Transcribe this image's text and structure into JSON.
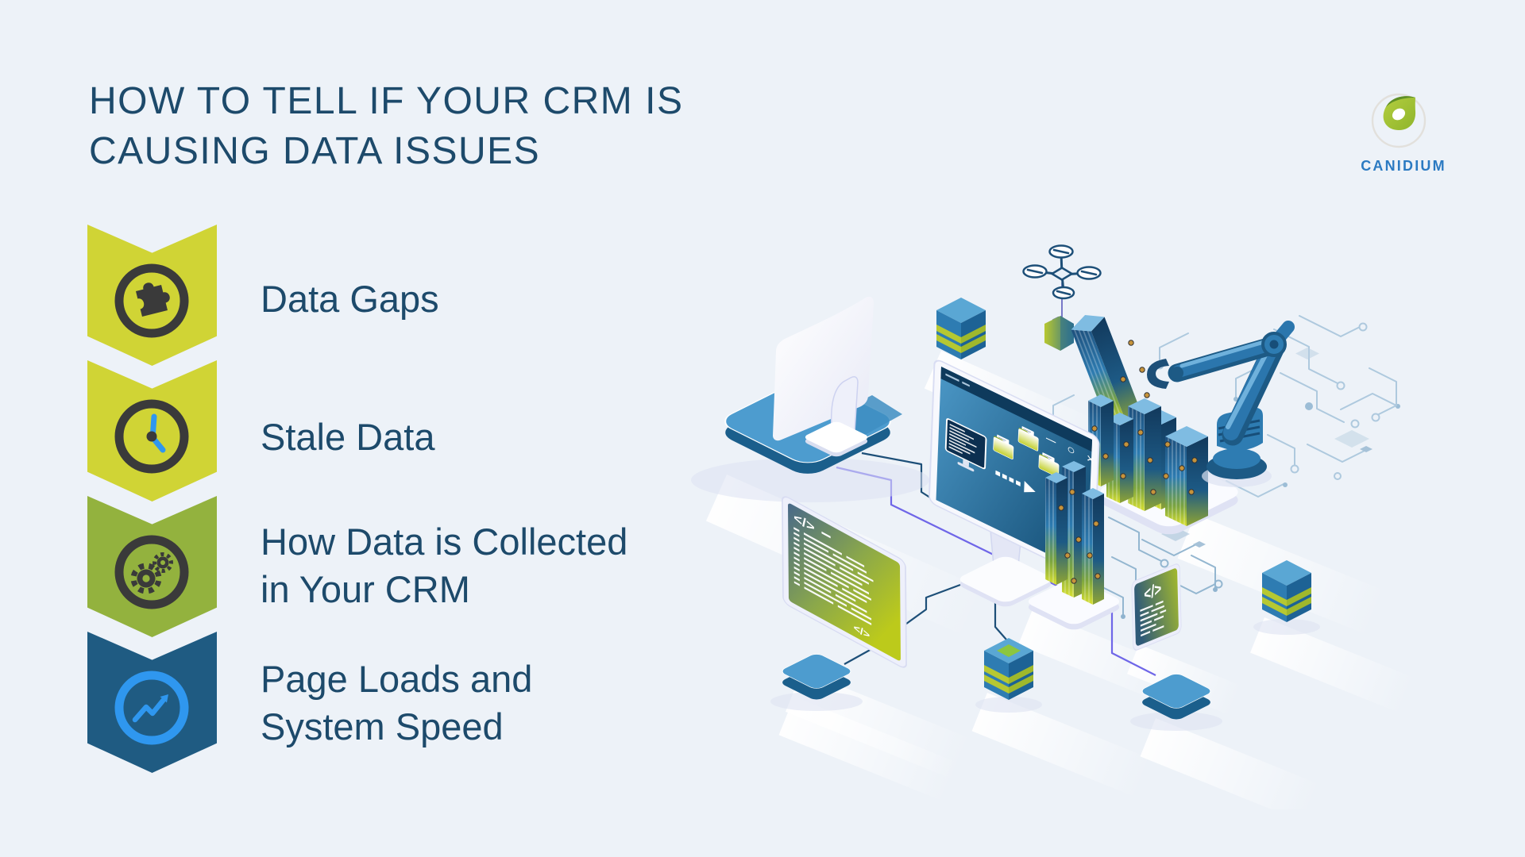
{
  "page": {
    "background": "#edf2f8"
  },
  "header": {
    "title_line1": "HOW TO TELL IF YOUR CRM IS",
    "title_line2": "CAUSING DATA ISSUES",
    "title_color": "#1d4a6b"
  },
  "logo": {
    "text": "CANIDIUM",
    "text_color": "#2b7ac2",
    "mark_green": "#a9c63b",
    "mark_dark_green": "#5e8f25",
    "ring_gray": "#e2e0dc"
  },
  "checklist": {
    "items": [
      {
        "label": "Data Gaps",
        "lines": [
          "Data Gaps",
          ""
        ],
        "chevron_color": "#d0d435",
        "icon": "puzzle-icon",
        "icon_color": "#3a3a3a"
      },
      {
        "label": "Stale Data",
        "lines": [
          "Stale Data",
          ""
        ],
        "chevron_color": "#d0d435",
        "icon": "clock-icon",
        "icon_color": "#3a3a3a",
        "accent_color": "#2f97ef"
      },
      {
        "label": "How Data is Collected in Your CRM",
        "lines": [
          "How Data is Collected",
          "in Your CRM"
        ],
        "chevron_color": "#93b23e",
        "icon": "gears-icon",
        "icon_color": "#3a3a3a"
      },
      {
        "label": "Page Loads and System Speed",
        "lines": [
          "Page Loads and",
          "System Speed"
        ],
        "chevron_color": "#1f5b82",
        "icon": "trend-up-icon",
        "icon_color": "#2f97ef"
      }
    ]
  },
  "illustration": {
    "description": "Isometric scene: desktop computer on pad, drone carrying folder, server stacks, large monitor moving folders, data-bar city with robotic arm, circuit traces, code panels and connected pads",
    "code_glyph": "</>",
    "window_controls": "─ ○ ×",
    "palette": {
      "pad_blue": "#4d9ccf",
      "rim_blue": "#1b5f8c",
      "screen_blue_dark": "#1b577f",
      "green_stripe": "#b6c832",
      "bar_green": "#d8e032",
      "gold_dot": "#c6933b",
      "trace_blue": "#aec9de",
      "line_navy": "#1d4f78",
      "line_purple": "#6f66e8"
    }
  }
}
